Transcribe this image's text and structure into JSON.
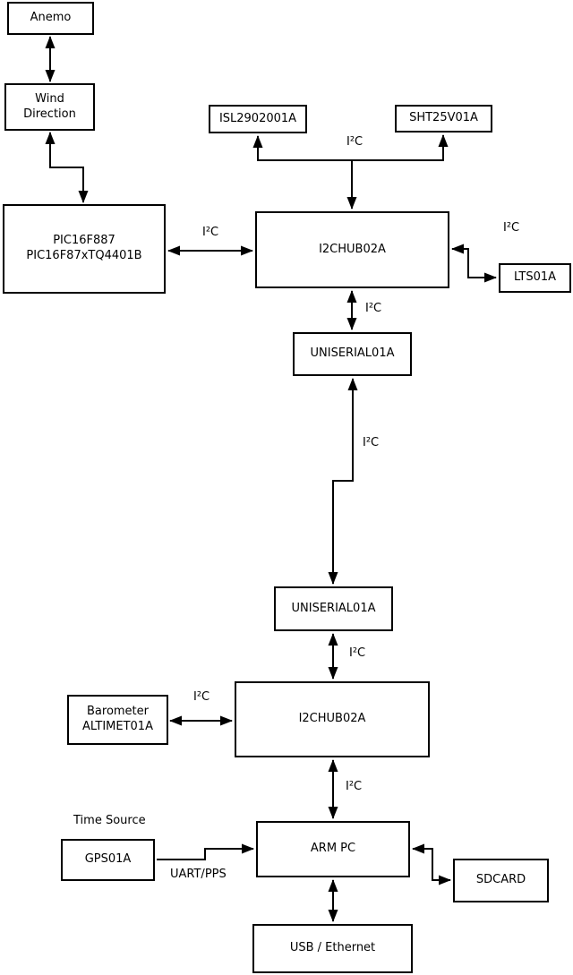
{
  "diagram": {
    "background_color": "#ffffff",
    "line_color": "#000000",
    "nodes": {
      "anemo": {
        "lines": [
          "Anemo"
        ]
      },
      "wind_direction": {
        "lines": [
          "Wind",
          "Direction"
        ]
      },
      "pic": {
        "lines": [
          "PIC16F887",
          "PIC16F87xTQ4401B"
        ]
      },
      "isl": {
        "lines": [
          "ISL2902001A"
        ]
      },
      "sht": {
        "lines": [
          "SHT25V01A"
        ]
      },
      "i2chub_top": {
        "lines": [
          "I2CHUB02A"
        ]
      },
      "lts": {
        "lines": [
          "LTS01A"
        ]
      },
      "uniserial_top": {
        "lines": [
          "UNISERIAL01A"
        ]
      },
      "uniserial_bottom": {
        "lines": [
          "UNISERIAL01A"
        ]
      },
      "i2chub_bottom": {
        "lines": [
          "I2CHUB02A"
        ]
      },
      "barometer": {
        "lines": [
          "Barometer",
          "ALTIMET01A"
        ]
      },
      "arm_pc": {
        "lines": [
          "ARM PC"
        ]
      },
      "gps": {
        "lines": [
          "GPS01A"
        ]
      },
      "sdcard": {
        "lines": [
          "SDCARD"
        ]
      },
      "usb_ethernet": {
        "lines": [
          "USB / Ethernet"
        ]
      }
    },
    "edge_labels": {
      "i2c_bus_top": "I²C",
      "i2c_pic_hub": "I²C",
      "i2c_hub_lts": "I²C",
      "i2c_hub_uniserial": "I²C",
      "i2c_long_link": "I²C",
      "i2c_uniserial_hub": "I²C",
      "i2c_barometer_hub": "I²C",
      "i2c_hub_arm": "I²C",
      "time_source": "Time Source",
      "uart_pps": "UART/PPS"
    }
  }
}
